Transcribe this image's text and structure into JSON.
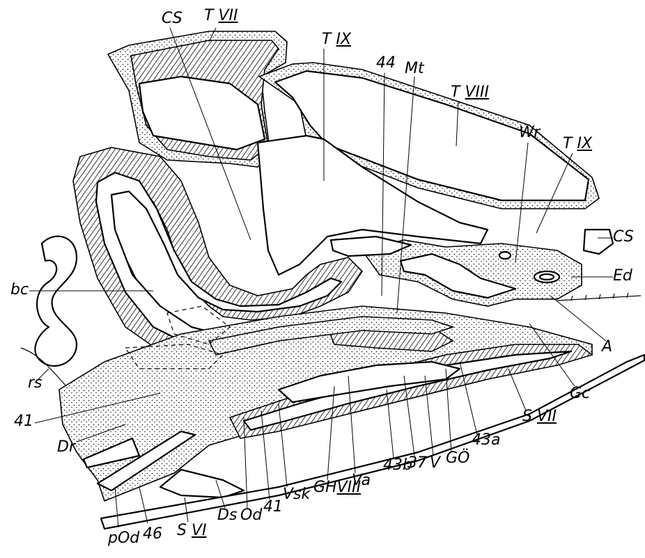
{
  "labels": {
    "cs_top": "CS",
    "t7_prefix": "T",
    "t7_roman": "VII",
    "t9_top_prefix": "T",
    "t9_top_roman": "IX",
    "n44": "44",
    "mt": "Mt",
    "t8_prefix": "T",
    "t8_roman": "VIII",
    "wr": "Wr",
    "t9_right_prefix": "T",
    "t9_right_roman": "IX",
    "cs_right": "CS",
    "ed": "Ed",
    "a": "A",
    "gc": "Gc",
    "s7_prefix": "S",
    "s7_roman": "VII",
    "n43a": "43a",
    "go": "GÖ",
    "v": "V",
    "n37": "37",
    "n43b": "43b",
    "va": "Va",
    "gh_prefix": "GH",
    "gh_roman": "VIII",
    "vsk": "Vsk",
    "n41_bottom": "41",
    "od": "Od",
    "ds": "Ds",
    "s6_prefix": "S",
    "s6_roman": "VI",
    "n46": "46",
    "pod": "pOd",
    "dr": "Dr",
    "n41_left": "41",
    "rs": "rs",
    "bc": "bc"
  }
}
